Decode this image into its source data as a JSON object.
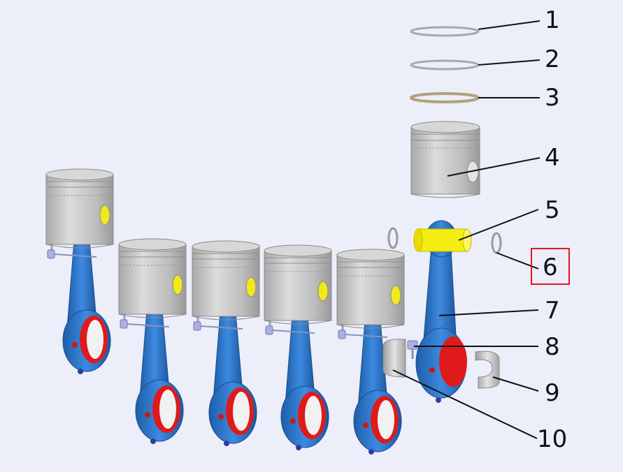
{
  "callouts": [
    {
      "id": "1",
      "label": "1"
    },
    {
      "id": "2",
      "label": "2"
    },
    {
      "id": "3",
      "label": "3"
    },
    {
      "id": "4",
      "label": "4"
    },
    {
      "id": "5",
      "label": "5"
    },
    {
      "id": "6",
      "label": "6",
      "highlighted": true
    },
    {
      "id": "7",
      "label": "7"
    },
    {
      "id": "8",
      "label": "8"
    },
    {
      "id": "9",
      "label": "9"
    },
    {
      "id": "10",
      "label": "10"
    }
  ],
  "colors": {
    "background": "#eceefa",
    "rod": "#2b74c8",
    "bearing_face": "#e01a1a",
    "bushing": "#f5ec12",
    "piston": "#c6c6c6",
    "highlight_box": "#e01a1a",
    "leader": "#111111"
  },
  "assembled_units": 5
}
